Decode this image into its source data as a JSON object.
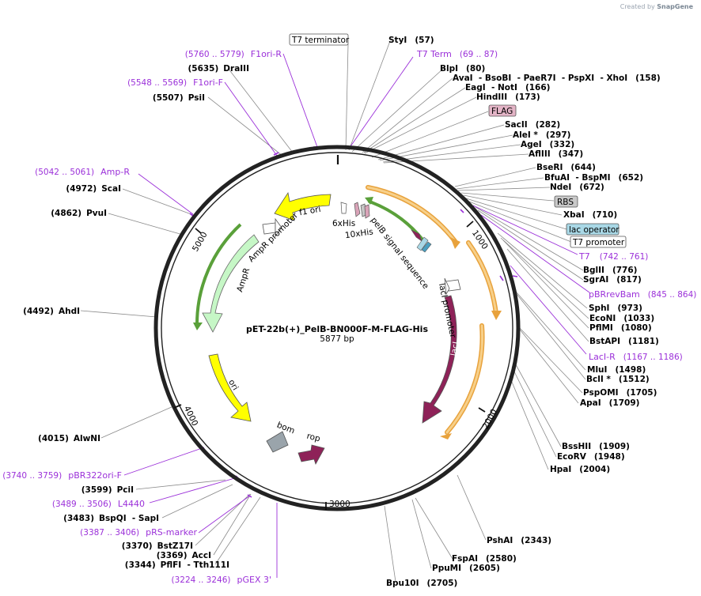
{
  "watermark": {
    "created_by": "Created by",
    "brand": "SnapGene"
  },
  "plasmid": {
    "name": "pET-22b(+)_PelB-BN000F-M-FLAG-His",
    "size": "5877 bp"
  },
  "ticks": [
    "1000",
    "2000",
    "3000",
    "4000",
    "5000"
  ],
  "colors": {
    "backbone": "#222222",
    "primer": "#9b30d9",
    "f1ori": "#ffff00",
    "ori": "#ffff00",
    "ampr": "#c6f7c6",
    "laci": "#8e2258",
    "rop": "#8e2258",
    "bom": "#9aa4ab",
    "flag": "#e3b4c6",
    "rbs": "#c9c9c9",
    "lac_operator": "#a9d8e6",
    "t7_arc": "#e8a23c"
  },
  "features": [
    {
      "label": "f1 ori"
    },
    {
      "label": "AmpR promoter"
    },
    {
      "label": "AmpR"
    },
    {
      "label": "ori"
    },
    {
      "label": "bom"
    },
    {
      "label": "rop"
    },
    {
      "label": "lacI"
    },
    {
      "label": "lacI promoter"
    },
    {
      "label": "pelB signal sequence"
    },
    {
      "label": "6xHis"
    },
    {
      "label": "10xHis"
    }
  ],
  "boxed_labels": [
    {
      "label": "T7 terminator"
    },
    {
      "label": "FLAG"
    },
    {
      "label": "RBS"
    },
    {
      "label": "lac operator"
    },
    {
      "label": "T7 promoter"
    }
  ],
  "sites": [
    {
      "name": "StyI",
      "pos": "(57)"
    },
    {
      "name": "BlpI",
      "pos": "(80)"
    },
    {
      "name": "AvaI  - BsoBI  - PaeR7I  - PspXI  - XhoI",
      "pos": "(158)"
    },
    {
      "name": "EagI  - NotI",
      "pos": "(166)"
    },
    {
      "name": "HindIII",
      "pos": "(173)"
    },
    {
      "name": "SacII",
      "pos": "(282)"
    },
    {
      "name": "AleI *",
      "pos": "(297)"
    },
    {
      "name": "AgeI",
      "pos": "(332)"
    },
    {
      "name": "AflIII",
      "pos": "(347)"
    },
    {
      "name": "BseRI",
      "pos": "(644)"
    },
    {
      "name": "BfuAI  - BspMI",
      "pos": "(652)"
    },
    {
      "name": "NdeI",
      "pos": "(672)"
    },
    {
      "name": "XbaI",
      "pos": "(710)"
    },
    {
      "name": "BglII",
      "pos": "(776)"
    },
    {
      "name": "SgrAI",
      "pos": "(817)"
    },
    {
      "name": "SphI",
      "pos": "(973)"
    },
    {
      "name": "EcoNI",
      "pos": "(1033)"
    },
    {
      "name": "PflMI",
      "pos": "(1080)"
    },
    {
      "name": "BstAPI",
      "pos": "(1181)"
    },
    {
      "name": "MluI",
      "pos": "(1498)"
    },
    {
      "name": "BclI *",
      "pos": "(1512)"
    },
    {
      "name": "PspOMI",
      "pos": "(1705)"
    },
    {
      "name": "ApaI",
      "pos": "(1709)"
    },
    {
      "name": "BssHII",
      "pos": "(1909)"
    },
    {
      "name": "EcoRV",
      "pos": "(1948)"
    },
    {
      "name": "HpaI",
      "pos": "(2004)"
    },
    {
      "name": "PshAI",
      "pos": "(2343)"
    },
    {
      "name": "FspAI",
      "pos": "(2580)"
    },
    {
      "name": "PpuMI",
      "pos": "(2605)"
    },
    {
      "name": "Bpu10I",
      "pos": "(2705)"
    },
    {
      "name": "PflFI  - Tth111I",
      "pos": "(3344)"
    },
    {
      "name": "AccI",
      "pos": "(3369)"
    },
    {
      "name": "BstZ17I",
      "pos": "(3370)"
    },
    {
      "name": "BspQI  - SapI",
      "pos": "(3483)"
    },
    {
      "name": "PciI",
      "pos": "(3599)"
    },
    {
      "name": "AlwNI",
      "pos": "(4015)"
    },
    {
      "name": "AhdI",
      "pos": "(4492)"
    },
    {
      "name": "PvuI",
      "pos": "(4862)"
    },
    {
      "name": "ScaI",
      "pos": "(4972)"
    },
    {
      "name": "PsiI",
      "pos": "(5507)"
    },
    {
      "name": "DraIII",
      "pos": "(5635)"
    }
  ],
  "primers": [
    {
      "name": "T7 Term",
      "range": "(69 .. 87)"
    },
    {
      "name": "T7",
      "range": "(742 .. 761)"
    },
    {
      "name": "pBRrevBam",
      "range": "(845 .. 864)"
    },
    {
      "name": "LacI-R",
      "range": "(1167 .. 1186)"
    },
    {
      "name": "pGEX 3'",
      "range": "(3224 .. 3246)"
    },
    {
      "name": "pRS-marker",
      "range": "(3387 .. 3406)"
    },
    {
      "name": "L4440",
      "range": "(3489 .. 3506)"
    },
    {
      "name": "pBR322ori-F",
      "range": "(3740 .. 3759)"
    },
    {
      "name": "Amp-R",
      "range": "(5042 .. 5061)"
    },
    {
      "name": "F1ori-F",
      "range": "(5548 .. 5569)"
    },
    {
      "name": "F1ori-R",
      "range": "(5760 .. 5779)"
    }
  ]
}
